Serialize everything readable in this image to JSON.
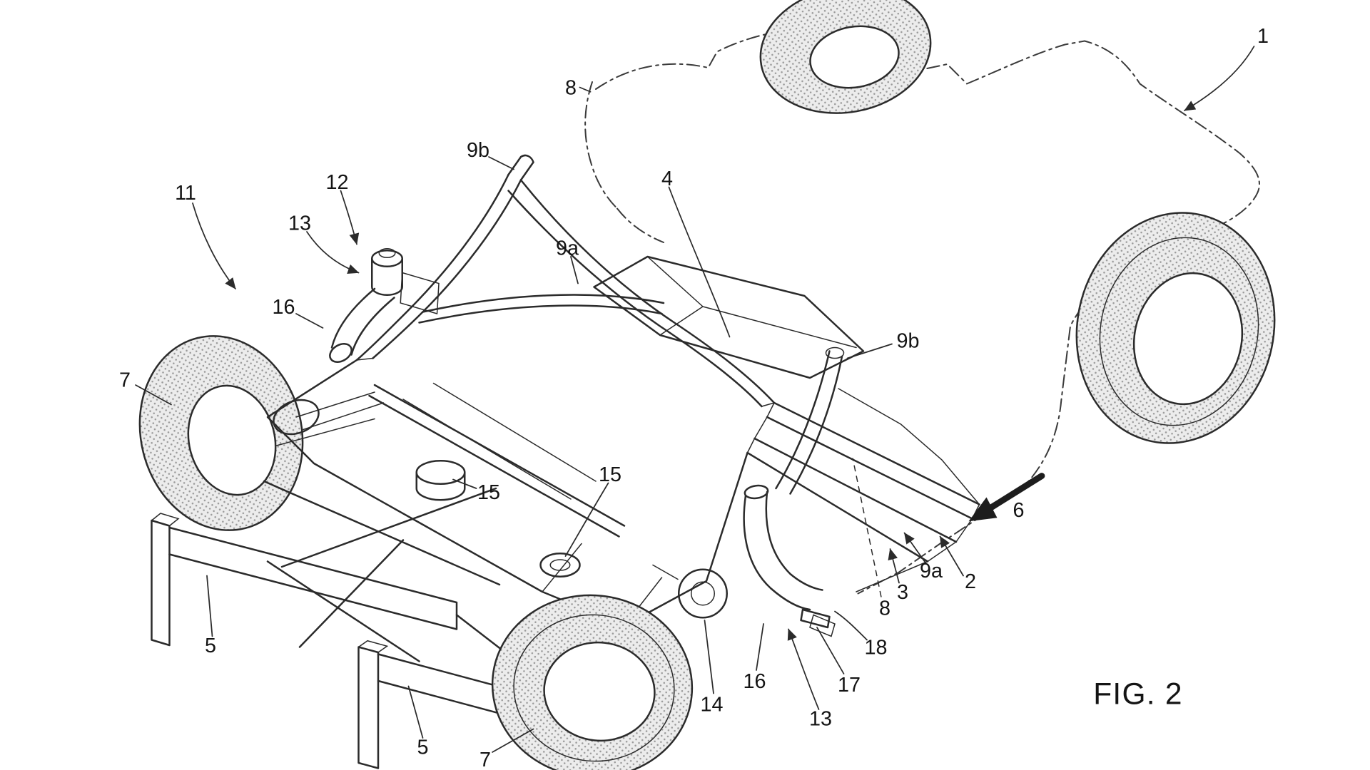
{
  "figure": {
    "caption": "FIG. 2"
  },
  "labels": [
    {
      "text": "1"
    },
    {
      "text": "8"
    },
    {
      "text": "9b"
    },
    {
      "text": "4"
    },
    {
      "text": "12"
    },
    {
      "text": "11"
    },
    {
      "text": "13"
    },
    {
      "text": "9a"
    },
    {
      "text": "16"
    },
    {
      "text": "9b"
    },
    {
      "text": "7"
    },
    {
      "text": "15"
    },
    {
      "text": "15"
    },
    {
      "text": "6"
    },
    {
      "text": "9a"
    },
    {
      "text": "2"
    },
    {
      "text": "3"
    },
    {
      "text": "8"
    },
    {
      "text": "5"
    },
    {
      "text": "18"
    },
    {
      "text": "16"
    },
    {
      "text": "17"
    },
    {
      "text": "14"
    },
    {
      "text": "13"
    },
    {
      "text": "5"
    },
    {
      "text": "7"
    }
  ]
}
